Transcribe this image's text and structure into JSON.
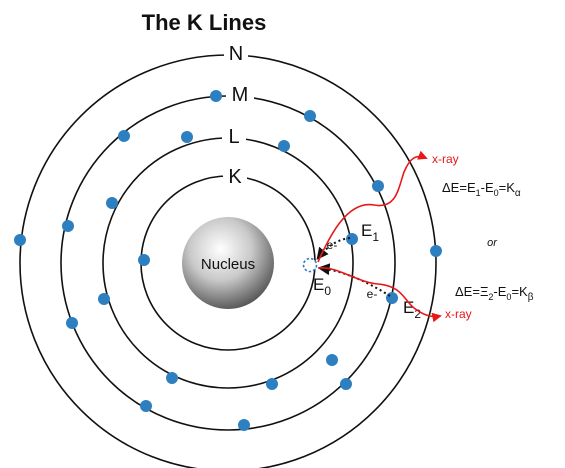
{
  "title": "The K Lines",
  "shells": [
    "K",
    "L",
    "M",
    "N"
  ],
  "nucleus": "Nucleus",
  "energy_levels": {
    "e0": "E",
    "e0_sub": "0",
    "e1": "E",
    "e1_sub": "1",
    "e2": "E",
    "e2_sub": "2"
  },
  "electron_label": "e-",
  "xray_label": "x-ray",
  "or_label": "or",
  "equations": {
    "alpha": {
      "prefix": "ΔE=E",
      "s1": "1",
      "mid": "-E",
      "s2": "0",
      "eq": "=K",
      "s3": "α"
    },
    "beta": {
      "prefix": "ΔE=Ξ",
      "s1": "2",
      "mid": "-E",
      "s2": "0",
      "eq": "=K",
      "s3": "β"
    }
  },
  "colors": {
    "electron": "#2e7fc0",
    "orbit": "#111111",
    "xray": "#e8181a",
    "nucleus": "#9a9a9a"
  }
}
